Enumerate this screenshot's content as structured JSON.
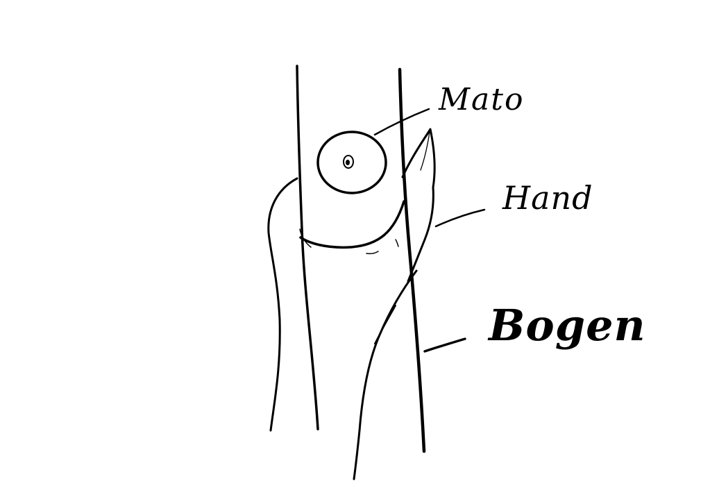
{
  "labels": {
    "mato": "Mato",
    "hand": "Hand",
    "bogen": "Bogen"
  },
  "colors": {
    "ink": "#000000",
    "paper": "#ffffff"
  }
}
